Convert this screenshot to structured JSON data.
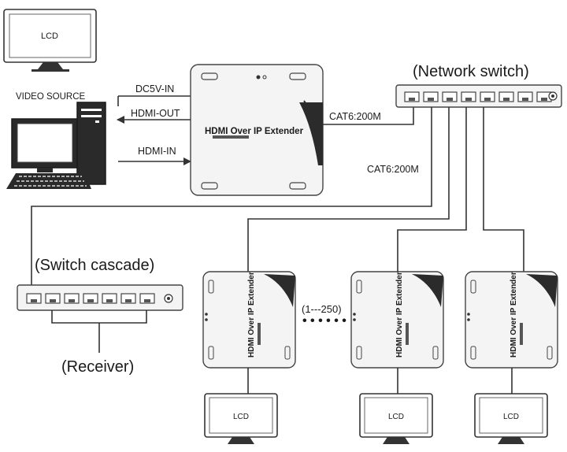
{
  "labels": {
    "lcd_top": "LCD",
    "video_source": "VIDEO SOURCE",
    "dc5v_in": "DC5V-IN",
    "hdmi_out": "HDMI-OUT",
    "hdmi_in": "HDMI-IN",
    "transmitter_name": "HDMI Over IP Extender",
    "cat6_top": "CAT6:200M",
    "cat6_mid": "CAT6:200M",
    "network_switch": "(Network switch)",
    "switch_cascade": "(Switch cascade)",
    "receiver": "(Receiver)",
    "range": "(1---250)",
    "receiver_1_name": "HDMI Over IP Extender",
    "receiver_2_name": "HDMI Over IP Extender",
    "receiver_3_name": "HDMI Over IP Extender",
    "lcd_1": "LCD",
    "lcd_2": "LCD",
    "lcd_3": "LCD"
  },
  "colors": {
    "line": "#333333",
    "device_fill": "#f4f4f4",
    "dark_port": "#555555"
  },
  "icons": {
    "monitor": "monitor-icon",
    "computer": "desktop-computer-icon",
    "keyboard": "keyboard-icon",
    "switch": "network-switch-icon"
  }
}
